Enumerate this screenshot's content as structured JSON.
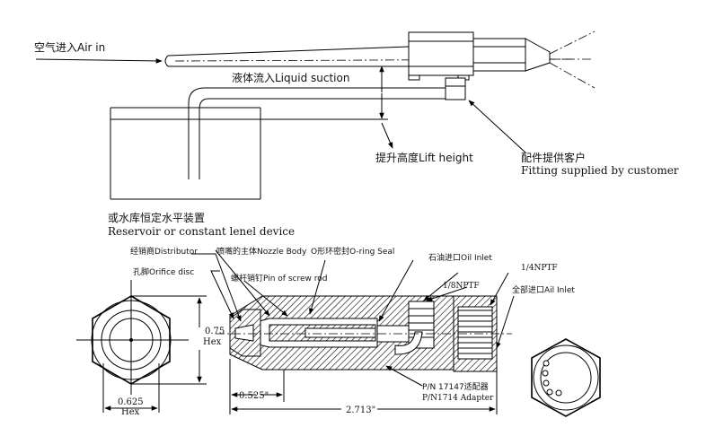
{
  "top": {
    "air_in": "空气进入Air in",
    "liquid_suction": "液体流入Liquid suction",
    "lift_height": "提升高度Lift height",
    "fitting_cn": "配件提供客户",
    "fitting_en": "Fitting supplied by customer",
    "reservoir_cn": "或水库恒定水平装置",
    "reservoir_en": "Reservoir or constant lenel device"
  },
  "bottom": {
    "distributor": "经销商Distributor",
    "nozzle_body": "喷嘴的主体Nozzle Body",
    "oring_seal": "O形环密封O-ring Seal",
    "oil_inlet": "石油进口Oil Inlet",
    "orifice_disc": "孔脚Orifice disc",
    "pin_screw_rod": "螺杆销钉Pin of screw rod",
    "npt_1_8": "1/8NPTF",
    "npt_1_4": "1/4NPTF",
    "air_inlet": "全部进口Ail Inlet",
    "hex_075": "0.75",
    "hex_label_1": "Hex",
    "hex_0625": "0.625",
    "hex_label_2": "Hex",
    "dim_0525": "0.525\"",
    "dim_2713": "2.713\"",
    "pn_adapter_cn": "P/N 17147适配器",
    "pn_adapter_en": "P/N1714 Adapter"
  }
}
